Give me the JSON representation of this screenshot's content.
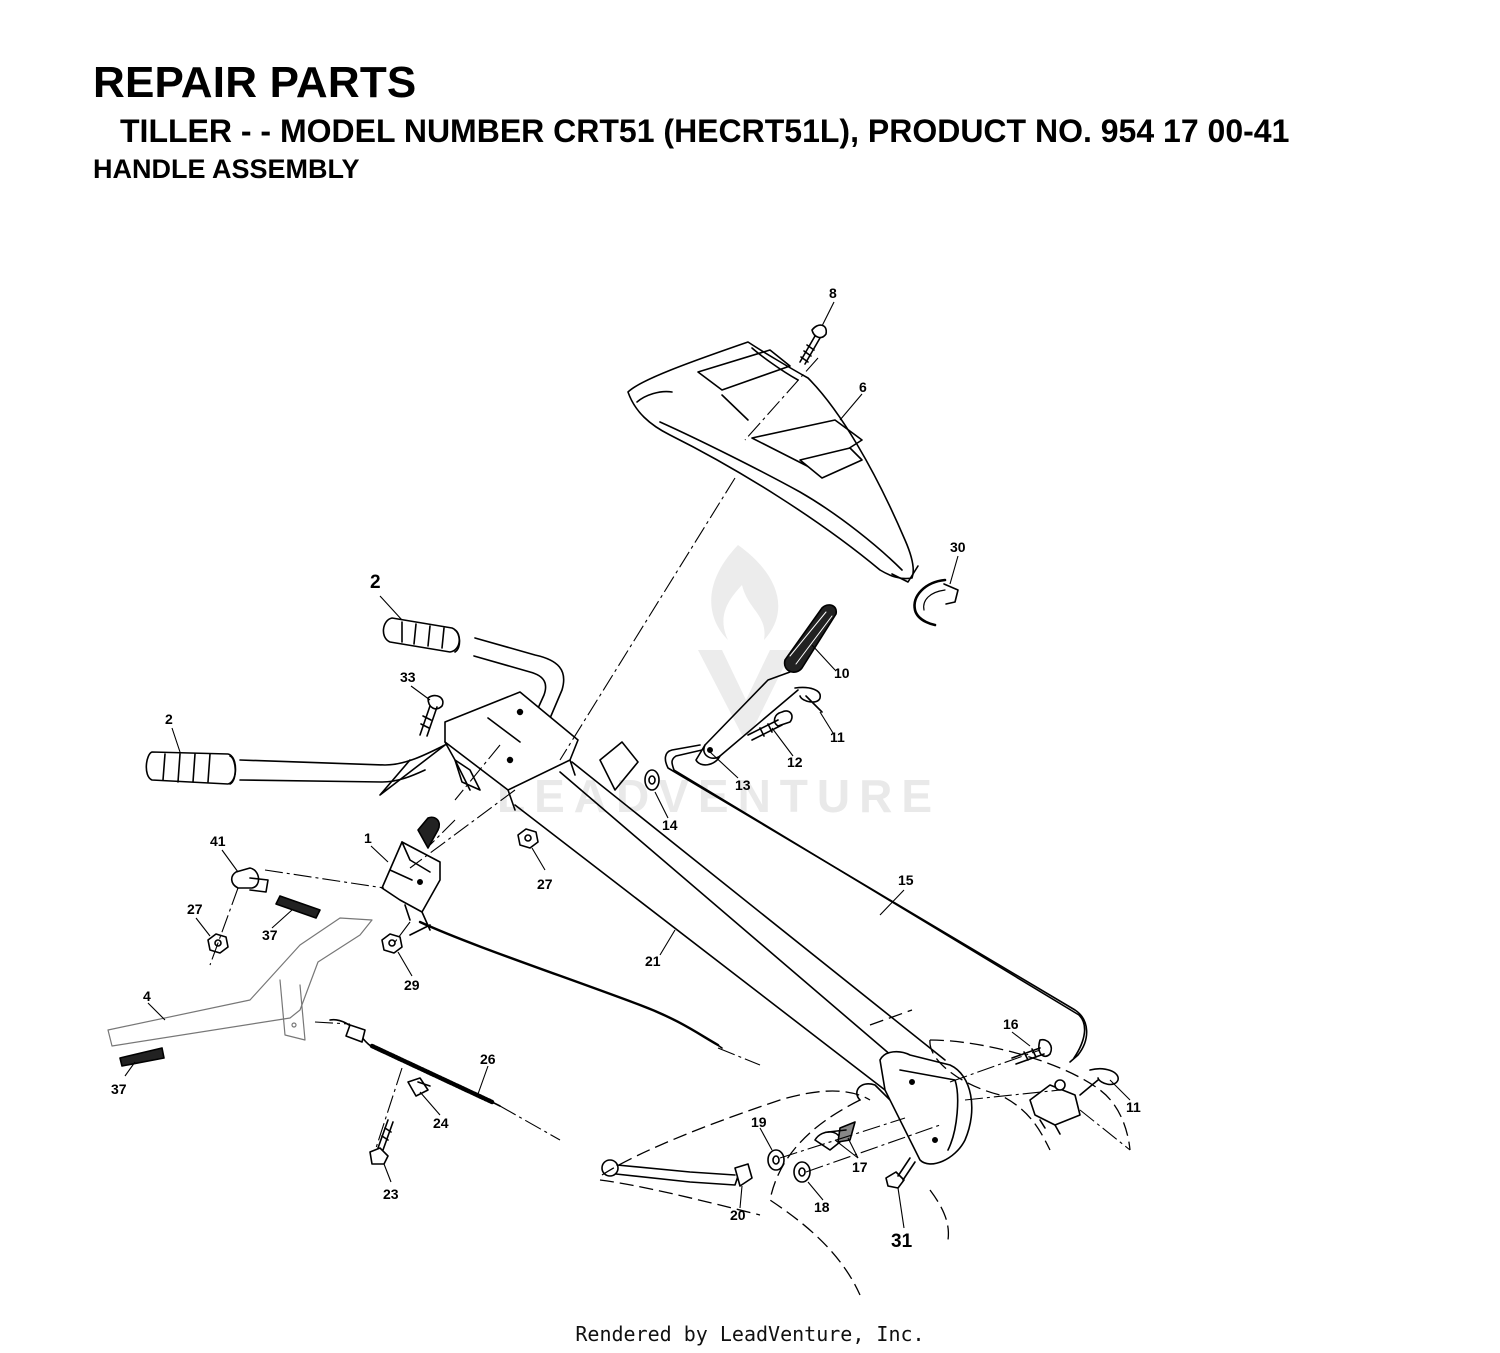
{
  "header": {
    "title": "REPAIR PARTS",
    "subtitle": "TILLER - - MODEL NUMBER CRT51 (HECRT51L), PRODUCT NO. 954 17 00-41",
    "section": "HANDLE ASSEMBLY"
  },
  "watermark": {
    "text": "LEADVENTURE"
  },
  "callouts": {
    "c1": "1",
    "c2a": "2",
    "c2b": "2",
    "c4": "4",
    "c6": "6",
    "c8": "8",
    "c10": "10",
    "c11a": "11",
    "c11b": "11",
    "c12": "12",
    "c13": "13",
    "c14": "14",
    "c15": "15",
    "c16": "16",
    "c17": "17",
    "c18": "18",
    "c19": "19",
    "c20": "20",
    "c21": "21",
    "c23": "23",
    "c24": "24",
    "c26": "26",
    "c27a": "27",
    "c27b": "27",
    "c29": "29",
    "c30": "30",
    "c31": "31",
    "c33": "33",
    "c37a": "37",
    "c37b": "37",
    "c41": "41"
  },
  "footer": {
    "text": "Rendered by LeadVenture, Inc."
  }
}
